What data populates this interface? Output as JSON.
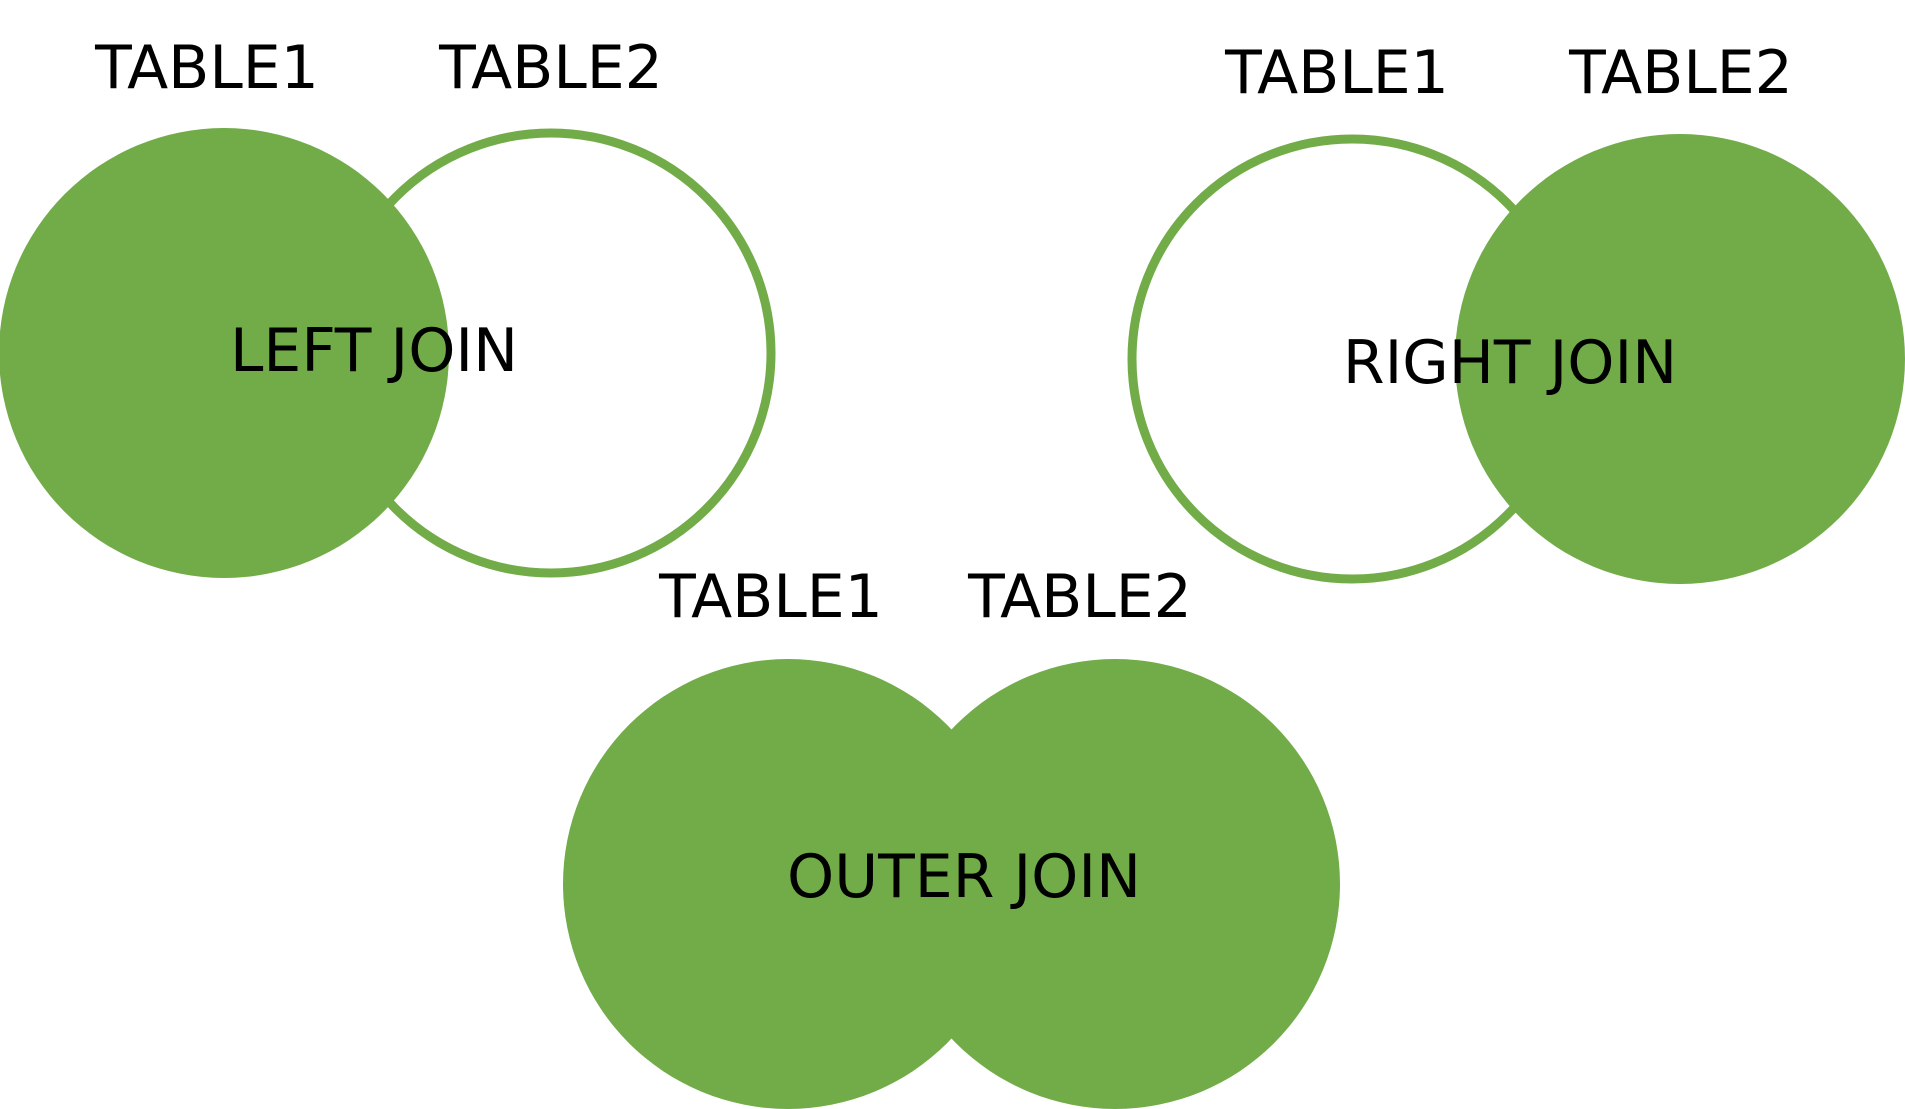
{
  "colors": {
    "fill": "#72AC48",
    "outline": "#72AC48",
    "background": "#FFFFFF",
    "text": "#000000"
  },
  "diagrams": [
    {
      "join_label": "LEFT JOIN",
      "left_table": "TABLE1",
      "right_table": "TABLE2",
      "highlighted": [
        "left"
      ]
    },
    {
      "join_label": "RIGHT JOIN",
      "left_table": "TABLE1",
      "right_table": "TABLE2",
      "highlighted": [
        "right"
      ]
    },
    {
      "join_label": "OUTER JOIN",
      "left_table": "TABLE1",
      "right_table": "TABLE2",
      "highlighted": [
        "left",
        "right"
      ]
    }
  ]
}
